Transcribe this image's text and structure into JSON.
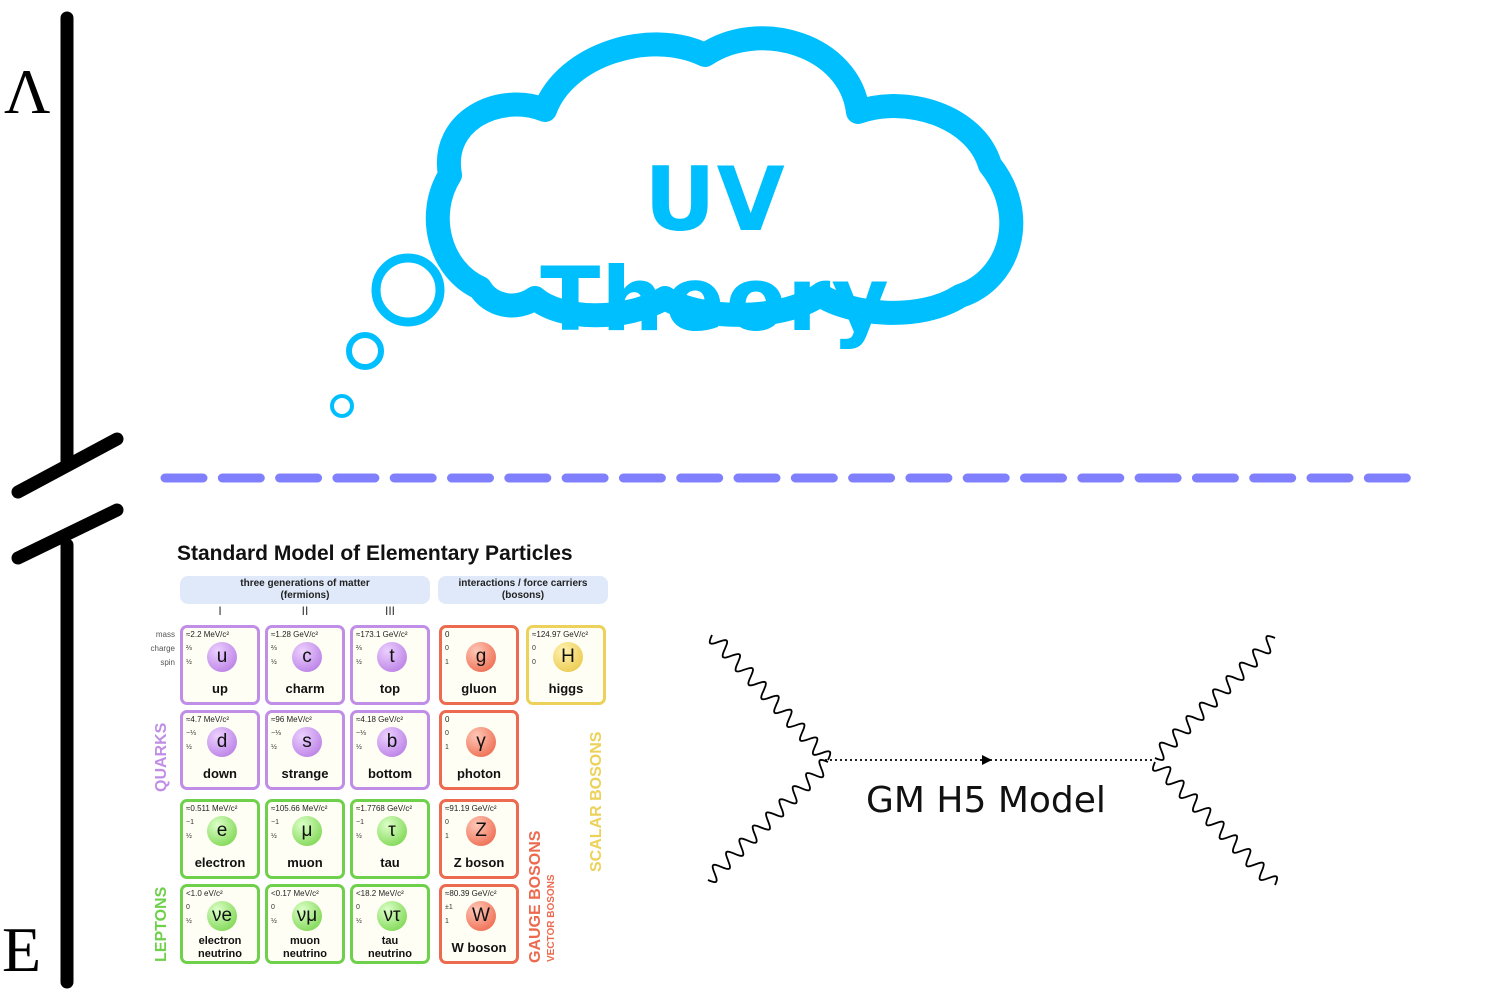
{
  "scale": {
    "top_label": "Λ",
    "bottom_label": "E"
  },
  "cloud": {
    "text": "UV Theory",
    "color": "#00BFFF"
  },
  "separator": {
    "color": "#8080FF"
  },
  "standard_model": {
    "title": "Standard Model of Elementary Particles",
    "fermions_header": [
      "three generations of matter",
      "(fermions)"
    ],
    "bosons_header": [
      "interactions / force carriers",
      "(bosons)"
    ],
    "generations": [
      "I",
      "II",
      "III"
    ],
    "row_labels": [
      "mass",
      "charge",
      "spin"
    ],
    "category_labels": {
      "quarks": "QUARKS",
      "leptons": "LEPTONS",
      "gauge_bosons": "GAUGE BOSONS",
      "vector_bosons": "VECTOR BOSONS",
      "scalar_bosons": "SCALAR BOSONS"
    },
    "colors": {
      "quark": "#c08ee6",
      "lepton": "#6fd04c",
      "gauge": "#ec6a4f",
      "scalar": "#ecd25a"
    },
    "particles": [
      {
        "symbol": "u",
        "name": "up",
        "mass": "≈2.2 MeV/c²",
        "charge": "⅔",
        "spin": "½",
        "kind": "quark"
      },
      {
        "symbol": "c",
        "name": "charm",
        "mass": "≈1.28 GeV/c²",
        "charge": "⅔",
        "spin": "½",
        "kind": "quark"
      },
      {
        "symbol": "t",
        "name": "top",
        "mass": "≈173.1 GeV/c²",
        "charge": "⅔",
        "spin": "½",
        "kind": "quark"
      },
      {
        "symbol": "g",
        "name": "gluon",
        "mass": "0",
        "charge": "0",
        "spin": "1",
        "kind": "gauge"
      },
      {
        "symbol": "H",
        "name": "higgs",
        "mass": "≈124.97 GeV/c²",
        "charge": "0",
        "spin": "0",
        "kind": "scalar"
      },
      {
        "symbol": "d",
        "name": "down",
        "mass": "≈4.7 MeV/c²",
        "charge": "−⅓",
        "spin": "½",
        "kind": "quark"
      },
      {
        "symbol": "s",
        "name": "strange",
        "mass": "≈96 MeV/c²",
        "charge": "−⅓",
        "spin": "½",
        "kind": "quark"
      },
      {
        "symbol": "b",
        "name": "bottom",
        "mass": "≈4.18 GeV/c²",
        "charge": "−⅓",
        "spin": "½",
        "kind": "quark"
      },
      {
        "symbol": "γ",
        "name": "photon",
        "mass": "0",
        "charge": "0",
        "spin": "1",
        "kind": "gauge"
      },
      {
        "symbol": "e",
        "name": "electron",
        "mass": "≈0.511 MeV/c²",
        "charge": "−1",
        "spin": "½",
        "kind": "lepton"
      },
      {
        "symbol": "μ",
        "name": "muon",
        "mass": "≈105.66 MeV/c²",
        "charge": "−1",
        "spin": "½",
        "kind": "lepton"
      },
      {
        "symbol": "τ",
        "name": "tau",
        "mass": "≈1.7768 GeV/c²",
        "charge": "−1",
        "spin": "½",
        "kind": "lepton"
      },
      {
        "symbol": "Z",
        "name": "Z boson",
        "mass": "≈91.19 GeV/c²",
        "charge": "0",
        "spin": "1",
        "kind": "gauge"
      },
      {
        "symbol": "νe",
        "name": "electron neutrino",
        "mass": "<1.0 eV/c²",
        "charge": "0",
        "spin": "½",
        "kind": "lepton"
      },
      {
        "symbol": "νμ",
        "name": "muon neutrino",
        "mass": "<0.17 MeV/c²",
        "charge": "0",
        "spin": "½",
        "kind": "lepton"
      },
      {
        "symbol": "ντ",
        "name": "tau neutrino",
        "mass": "<18.2 MeV/c²",
        "charge": "0",
        "spin": "½",
        "kind": "lepton"
      },
      {
        "symbol": "W",
        "name": "W boson",
        "mass": "≈80.39 GeV/c²",
        "charge": "±1",
        "spin": "1",
        "kind": "gauge"
      }
    ]
  },
  "feynman": {
    "label": "GM H5 Model"
  }
}
